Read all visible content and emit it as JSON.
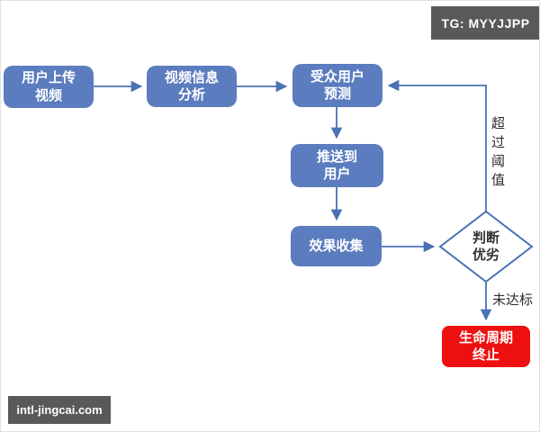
{
  "badges": {
    "tg": {
      "label": "TG: MYYJJPP",
      "bg": "#595959",
      "text_color": "#ffffff"
    },
    "watermark": {
      "label": "intl-jingcai.com",
      "bg": "#595959",
      "text_color": "#ffffff"
    }
  },
  "flowchart": {
    "nodes": {
      "upload": {
        "label": "用户上传\n视频",
        "shape": "rounded-rect",
        "fill": "#5b7cbe",
        "text_color": "#ffffff"
      },
      "analyze": {
        "label": "视频信息\n分析",
        "shape": "rounded-rect",
        "fill": "#5b7cbe",
        "text_color": "#ffffff"
      },
      "predict": {
        "label": "受众用户\n预测",
        "shape": "rounded-rect",
        "fill": "#5b7cbe",
        "text_color": "#ffffff"
      },
      "push": {
        "label": "推送到\n用户",
        "shape": "rounded-rect",
        "fill": "#5b7cbe",
        "text_color": "#ffffff"
      },
      "collect": {
        "label": "效果收集",
        "shape": "rounded-rect",
        "fill": "#5b7cbe",
        "text_color": "#ffffff"
      },
      "judge": {
        "label": "判断\n优劣",
        "shape": "diamond",
        "fill": "#ffffff",
        "border": "#4a72b4",
        "text_color": "#333333"
      },
      "terminate": {
        "label": "生命周期\n终止",
        "shape": "rounded-rect",
        "fill": "#ee1010",
        "text_color": "#ffffff"
      }
    },
    "edges": [
      {
        "from": "upload",
        "to": "analyze",
        "label": ""
      },
      {
        "from": "analyze",
        "to": "predict",
        "label": ""
      },
      {
        "from": "predict",
        "to": "push",
        "label": ""
      },
      {
        "from": "push",
        "to": "collect",
        "label": ""
      },
      {
        "from": "collect",
        "to": "judge",
        "label": ""
      },
      {
        "from": "judge",
        "to": "predict",
        "label": "超过阈值"
      },
      {
        "from": "judge",
        "to": "terminate",
        "label": "未达标"
      }
    ],
    "connector_color": "#4a72b4"
  }
}
